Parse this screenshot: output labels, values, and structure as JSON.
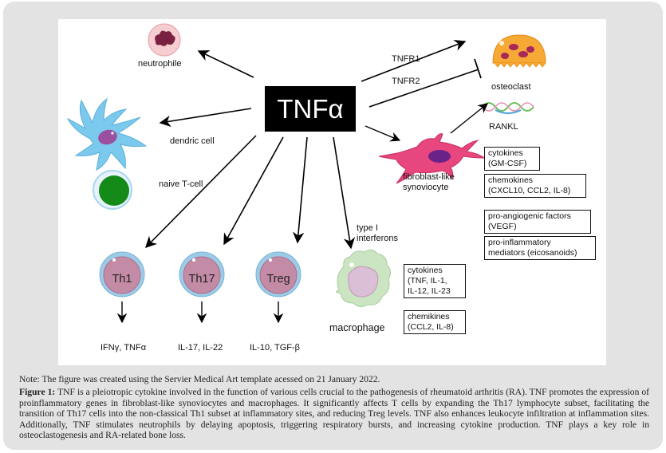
{
  "center": {
    "label": "TNFα"
  },
  "cells": {
    "neutrophile": "neutrophile",
    "osteoclast": "osteoclast",
    "dendric_cell": "dendric cell",
    "naive_t_cell": "naive T-cell",
    "fibroblast": [
      "fibroblast-like",
      "synoviocyte"
    ],
    "rankl": "RANKL",
    "macrophage": "macrophage",
    "th1": "Th1",
    "th17": "Th17",
    "treg": "Treg"
  },
  "edge_labels": {
    "tnfr1": "TNFR1",
    "tnfr2": "TNFR2",
    "type_i_interferons": [
      "type I",
      "interferons"
    ]
  },
  "outputs": {
    "th1": "IFNγ, TNFα",
    "th17": "IL-17, IL-22",
    "treg": "IL-10, TGF-β"
  },
  "fibroblast_boxes": [
    [
      "cytokines",
      "(GM-CSF)"
    ],
    [
      "chemokines",
      "(CXCL10, CCL2, IL-8)"
    ],
    [
      "pro-angiogenic factors",
      "(VEGF)"
    ],
    [
      "pro-inflammatory",
      "mediators (eicosanoids)"
    ]
  ],
  "macrophage_boxes": [
    [
      "cytokines",
      "(TNF, IL-1,",
      "IL-12, IL-23"
    ],
    [
      "chemikines",
      "(CCL2, IL-8)"
    ]
  ],
  "caption": {
    "note": "Note: The figure was created using the Servier Medical Art template acessed on 21 January 2022.",
    "figure_label": "Figure 1:",
    "figure_text": "TNF is a pleiotropic cytokine involved in the function of various cells crucial to the pathogenesis of rheumatoid arthritis (RA). TNF promotes the expression of proinflammatory genes in fibroblast-like synoviocytes and macrophages. It significantly affects T cells by expanding the Th17 lymphocyte subset, facilitating the transition of Th17 cells into the non-classical Th1 subset at inflammatory sites, and reducing Treg levels. TNF also enhances leukocyte infiltration at inflammation sites. Additionally, TNF stimulates neutrophils by delaying apoptosis, triggering respiratory bursts, and increasing cytokine production. TNF plays a key role in osteoclastogenesis and RA-related bone loss."
  },
  "colors": {
    "panel_bg": "#e3e3e3",
    "tnf_box": "#000000",
    "neutrophil": "#f2c4c8",
    "dendritic": "#7ec8ec",
    "t_cell_nucleus": "#1a8a1a",
    "osteoclast": "#f5a623",
    "fibroblast": "#e0457a",
    "macrophage": "#c9e2c0",
    "lymphocyte": "#c48aa6",
    "lymphocyte_ring": "#8ec6e6"
  }
}
